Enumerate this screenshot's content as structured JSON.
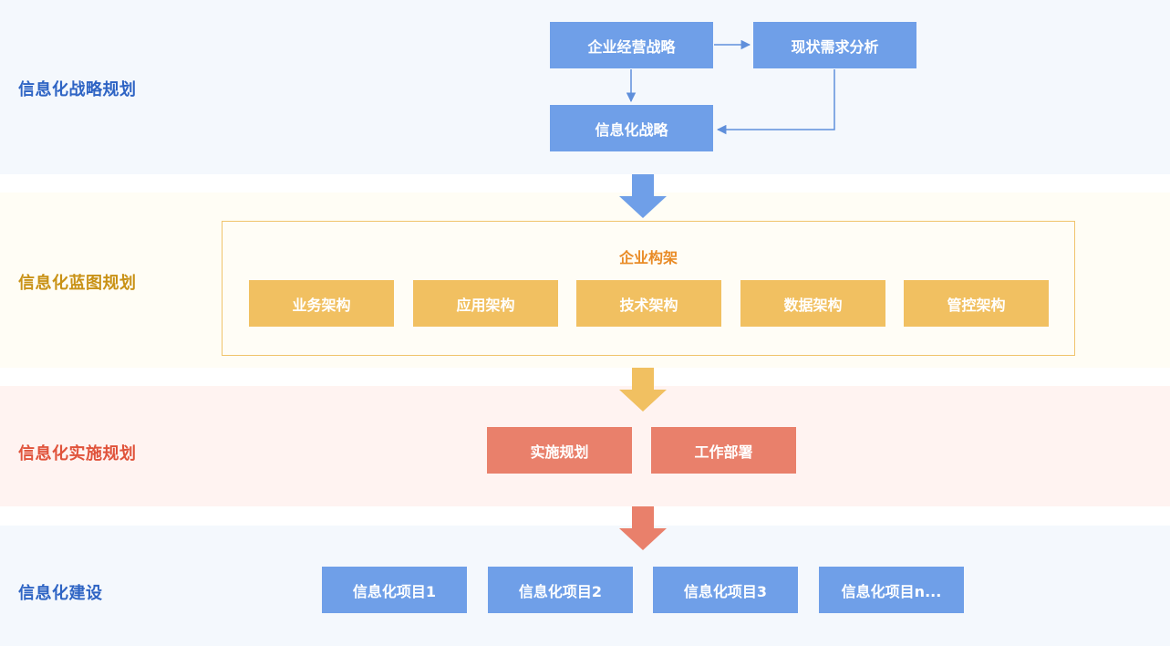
{
  "colors": {
    "strategy_bg": "#f4f8fd",
    "blueprint_bg": "#fffdf5",
    "implementation_bg": "#fff3f1",
    "construction_bg": "#f4f8fd",
    "blue": "#6f9fe8",
    "blue_text": "#2e64c4",
    "yellow": "#f1c061",
    "yellow_text": "#c99216",
    "orange_text": "#e98b26",
    "red": "#e9806b",
    "red_text": "#e0533b"
  },
  "stages": {
    "strategy": "信息化战略规划",
    "blueprint": "信息化蓝图规划",
    "implementation": "信息化实施规划",
    "construction": "信息化建设"
  },
  "strategy": {
    "enterprise_strategy": "企业经营战略",
    "current_needs": "现状需求分析",
    "it_strategy": "信息化战略"
  },
  "blueprint": {
    "title": "企业构架",
    "items": [
      "业务架构",
      "应用架构",
      "技术架构",
      "数据架构",
      "管控架构"
    ]
  },
  "implementation": {
    "items": [
      "实施规划",
      "工作部署"
    ]
  },
  "construction": {
    "items": [
      "信息化项目1",
      "信息化项目2",
      "信息化项目3",
      "信息化项目n..."
    ]
  }
}
